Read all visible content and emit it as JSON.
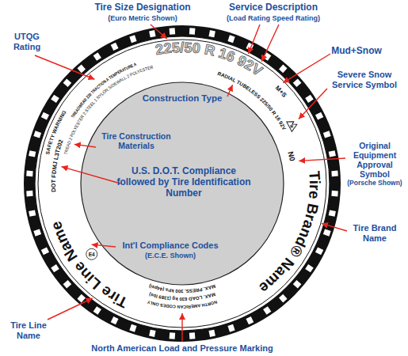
{
  "diagram": {
    "labels": [
      "Tire Size Designation",
      "(Euro Metric Shown)",
      "Service Description",
      "(Load Rating Speed Rating)",
      "UTQG Rating",
      "Mud+Snow",
      "Severe Snow Service Symbol",
      "Construction Type",
      "Tire Construction Materials",
      "Original Equipment Approval Symbol",
      "(Porsche Shown)",
      "U.S. D.O.T. Compliance followed by Tire Identification Number",
      "Tire Brand Name",
      "Int'l Compliance Codes",
      "(E.C.E. Shown)",
      "Tire Line Name",
      "North American Load and Pressure Marking",
      "225/50 R 16 92V",
      "M+S",
      "RADIAL TUBELESS 225/50 R 16 92V",
      "N0",
      "Tire Brand® Name",
      "Tire Line Name",
      "SAFETY WARNING",
      "DOT FDMJ L3T202",
      "TREADWEAR 220 TRACTION A TEMPERATURE A",
      "TREAD 2 POLYESTER 2 STEEL 1 NYLON SIDEWALL 2 POLYESTER",
      "NORTH AMERICAN CODES ONLY",
      "MAX. LOAD 630 kg (1389 lbs)",
      "MAX. PRESS. 300 kPa (44psi)",
      "E4"
    ]
  }
}
